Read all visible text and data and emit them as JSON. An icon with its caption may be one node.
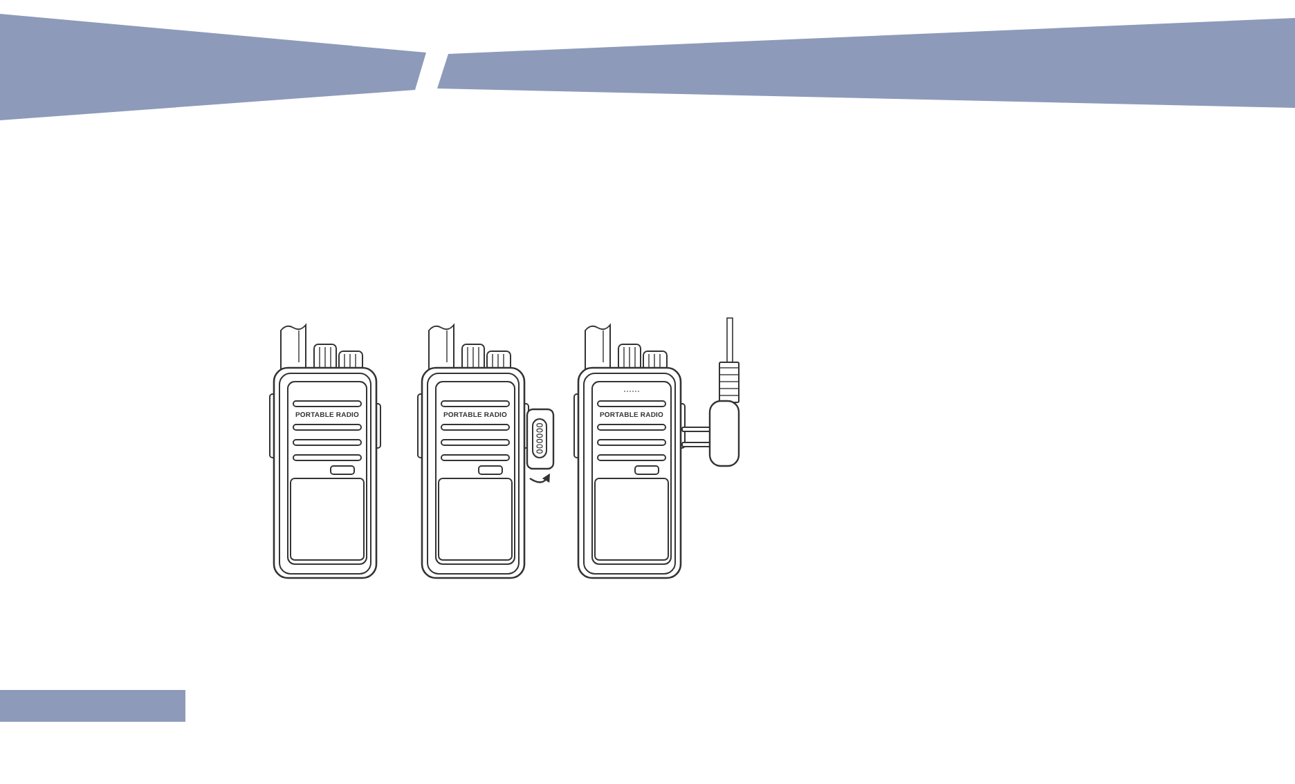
{
  "diagram": {
    "labels": [
      "PORTABLE RADIO",
      "PORTABLE RADIO",
      "PORTABLE RADIO"
    ]
  }
}
